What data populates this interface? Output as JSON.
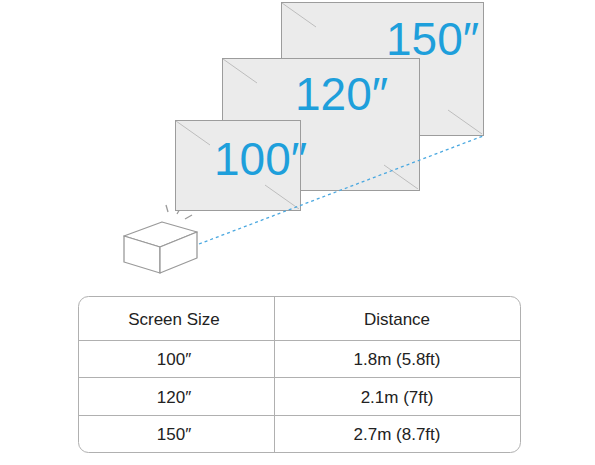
{
  "diagram": {
    "nodes": [
      {
        "text": [
          "150″"
        ]
      },
      {
        "text": [
          "120″"
        ]
      },
      {
        "text": [
          "100″"
        ]
      }
    ],
    "labels": [
      "Screen Size",
      "Distance",
      "100″",
      "1.8m (5.8ft)",
      "120″",
      "2.1m (7ft)",
      "150″",
      "2.7m (8.7ft)"
    ]
  }
}
